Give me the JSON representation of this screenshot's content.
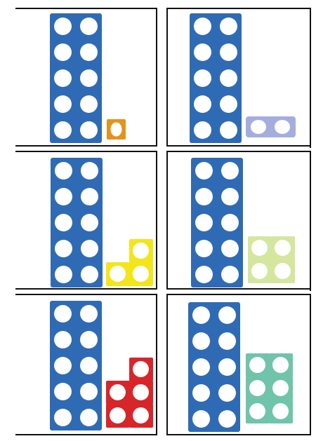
{
  "cards": [
    {
      "id": "ten-plus-one",
      "ten_color": "#2f6bb5",
      "piece_color": "#e8921a",
      "piece_shape": "one"
    },
    {
      "id": "ten-plus-two",
      "ten_color": "#2f6bb5",
      "piece_color": "#a4aede",
      "piece_shape": "two"
    },
    {
      "id": "ten-plus-three",
      "ten_color": "#2f6bb5",
      "piece_color": "#f2e61a",
      "piece_shape": "three"
    },
    {
      "id": "ten-plus-four",
      "ten_color": "#2f6bb5",
      "piece_color": "#d5e69e",
      "piece_shape": "four"
    },
    {
      "id": "ten-plus-five",
      "ten_color": "#2f6bb5",
      "piece_color": "#d8252a",
      "piece_shape": "five"
    },
    {
      "id": "ten-plus-six",
      "ten_color": "#2f6bb5",
      "piece_color": "#6fc4aa",
      "piece_shape": "six"
    }
  ]
}
